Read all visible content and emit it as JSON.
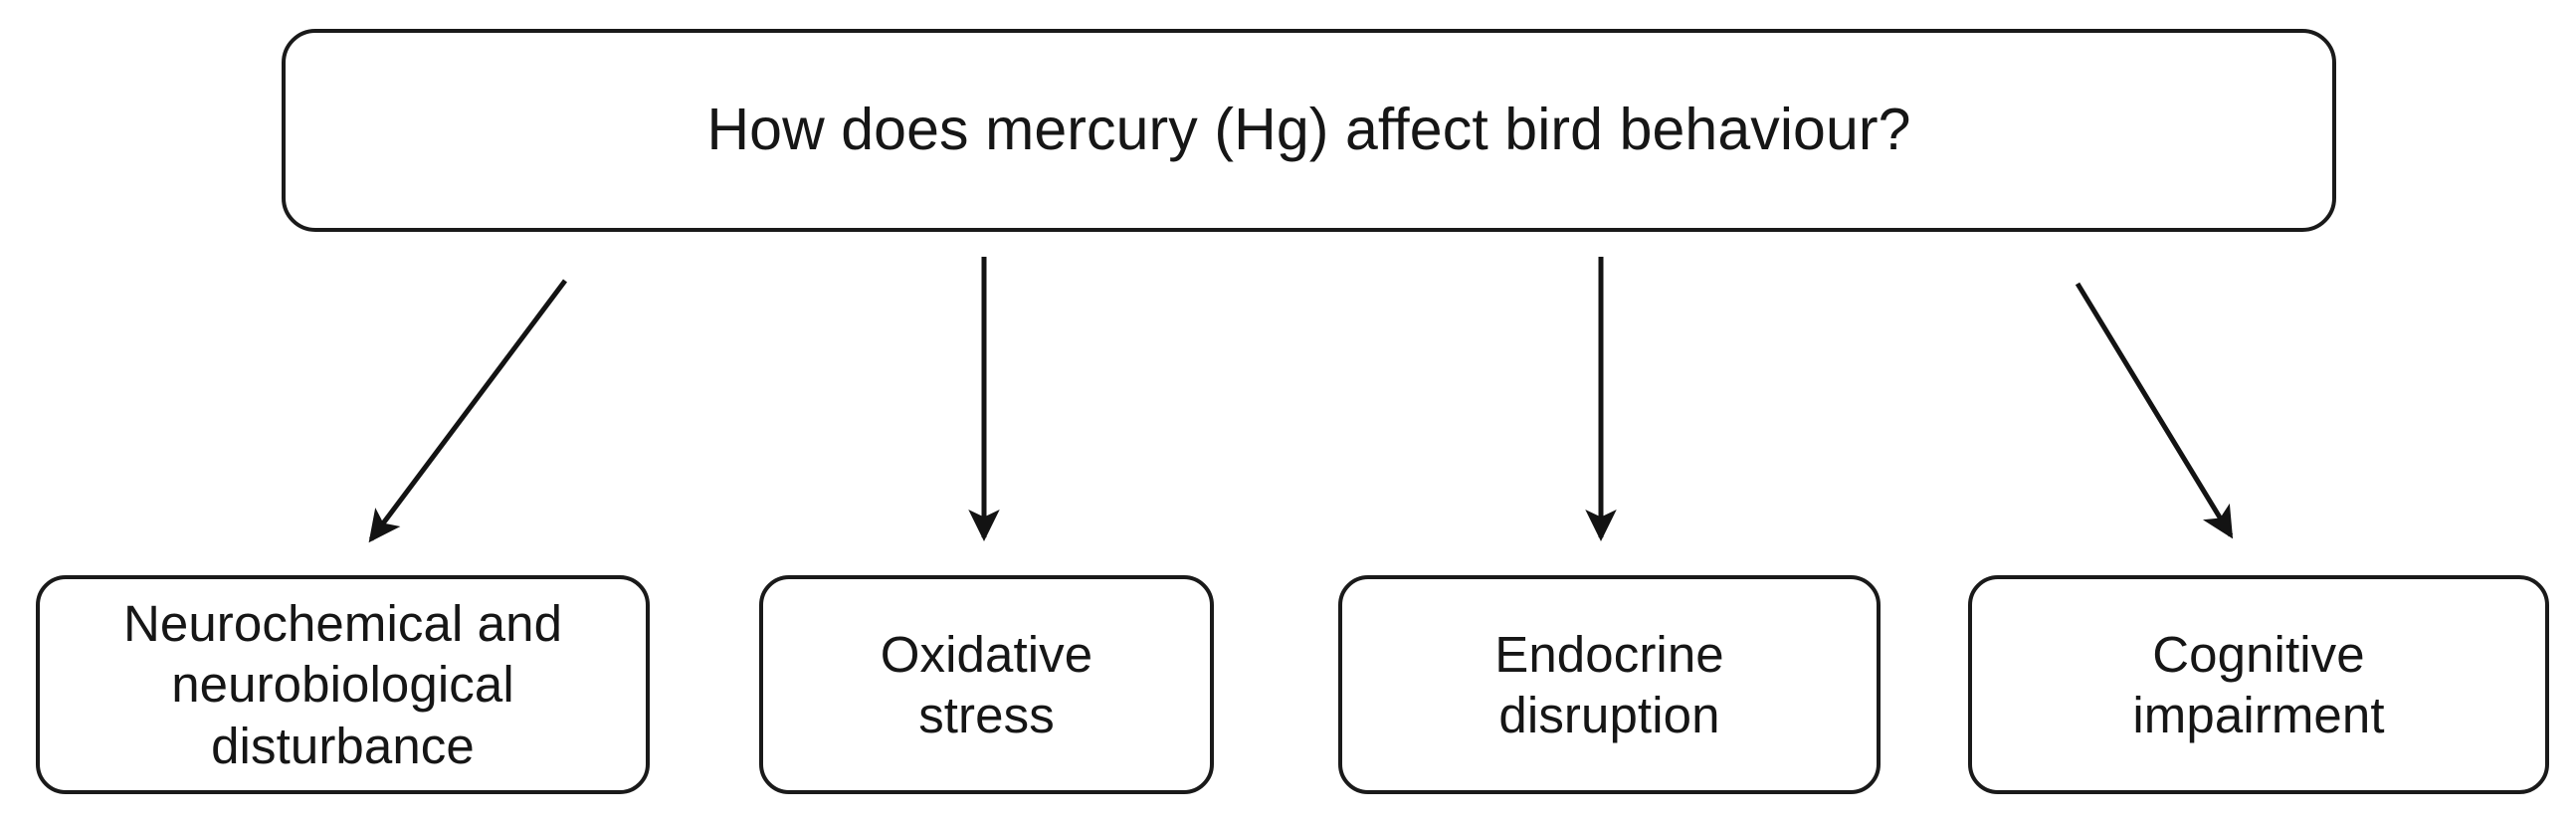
{
  "diagram": {
    "title": "How does mercury (Hg) affect bird behaviour?",
    "type": "flowchart",
    "orientation": "top-down",
    "background_color": "#ffffff",
    "stroke_color": "#1a1a1a",
    "text_color": "#161616",
    "root": {
      "id": "root",
      "label": "How does mercury (Hg) affect bird behaviour?"
    },
    "outcomes": [
      {
        "id": "neurochemical",
        "label": "Neurochemical and\nneurobiological\ndisturbance",
        "lines": [
          "Neurochemical and",
          "neurobiological",
          "disturbance"
        ]
      },
      {
        "id": "oxidative",
        "label": "Oxidative\nstress",
        "lines": [
          "Oxidative",
          "stress"
        ]
      },
      {
        "id": "endocrine",
        "label": "Endocrine\ndisruption",
        "lines": [
          "Endocrine",
          "disruption"
        ]
      },
      {
        "id": "cognitive",
        "label": "Cognitive\nimpairment",
        "lines": [
          "Cognitive",
          "impairment"
        ]
      }
    ],
    "connectors": [
      {
        "id": "root-to-neurochemical",
        "from": "root",
        "to": "neurochemical",
        "style": "diagonal-left",
        "arrowhead": "filled-triangle"
      },
      {
        "id": "root-to-oxidative",
        "from": "root",
        "to": "oxidative",
        "style": "vertical",
        "arrowhead": "filled-triangle"
      },
      {
        "id": "root-to-endocrine",
        "from": "root",
        "to": "endocrine",
        "style": "vertical",
        "arrowhead": "filled-triangle"
      },
      {
        "id": "root-to-cognitive",
        "from": "root",
        "to": "cognitive",
        "style": "diagonal-right",
        "arrowhead": "filled-triangle"
      }
    ]
  }
}
